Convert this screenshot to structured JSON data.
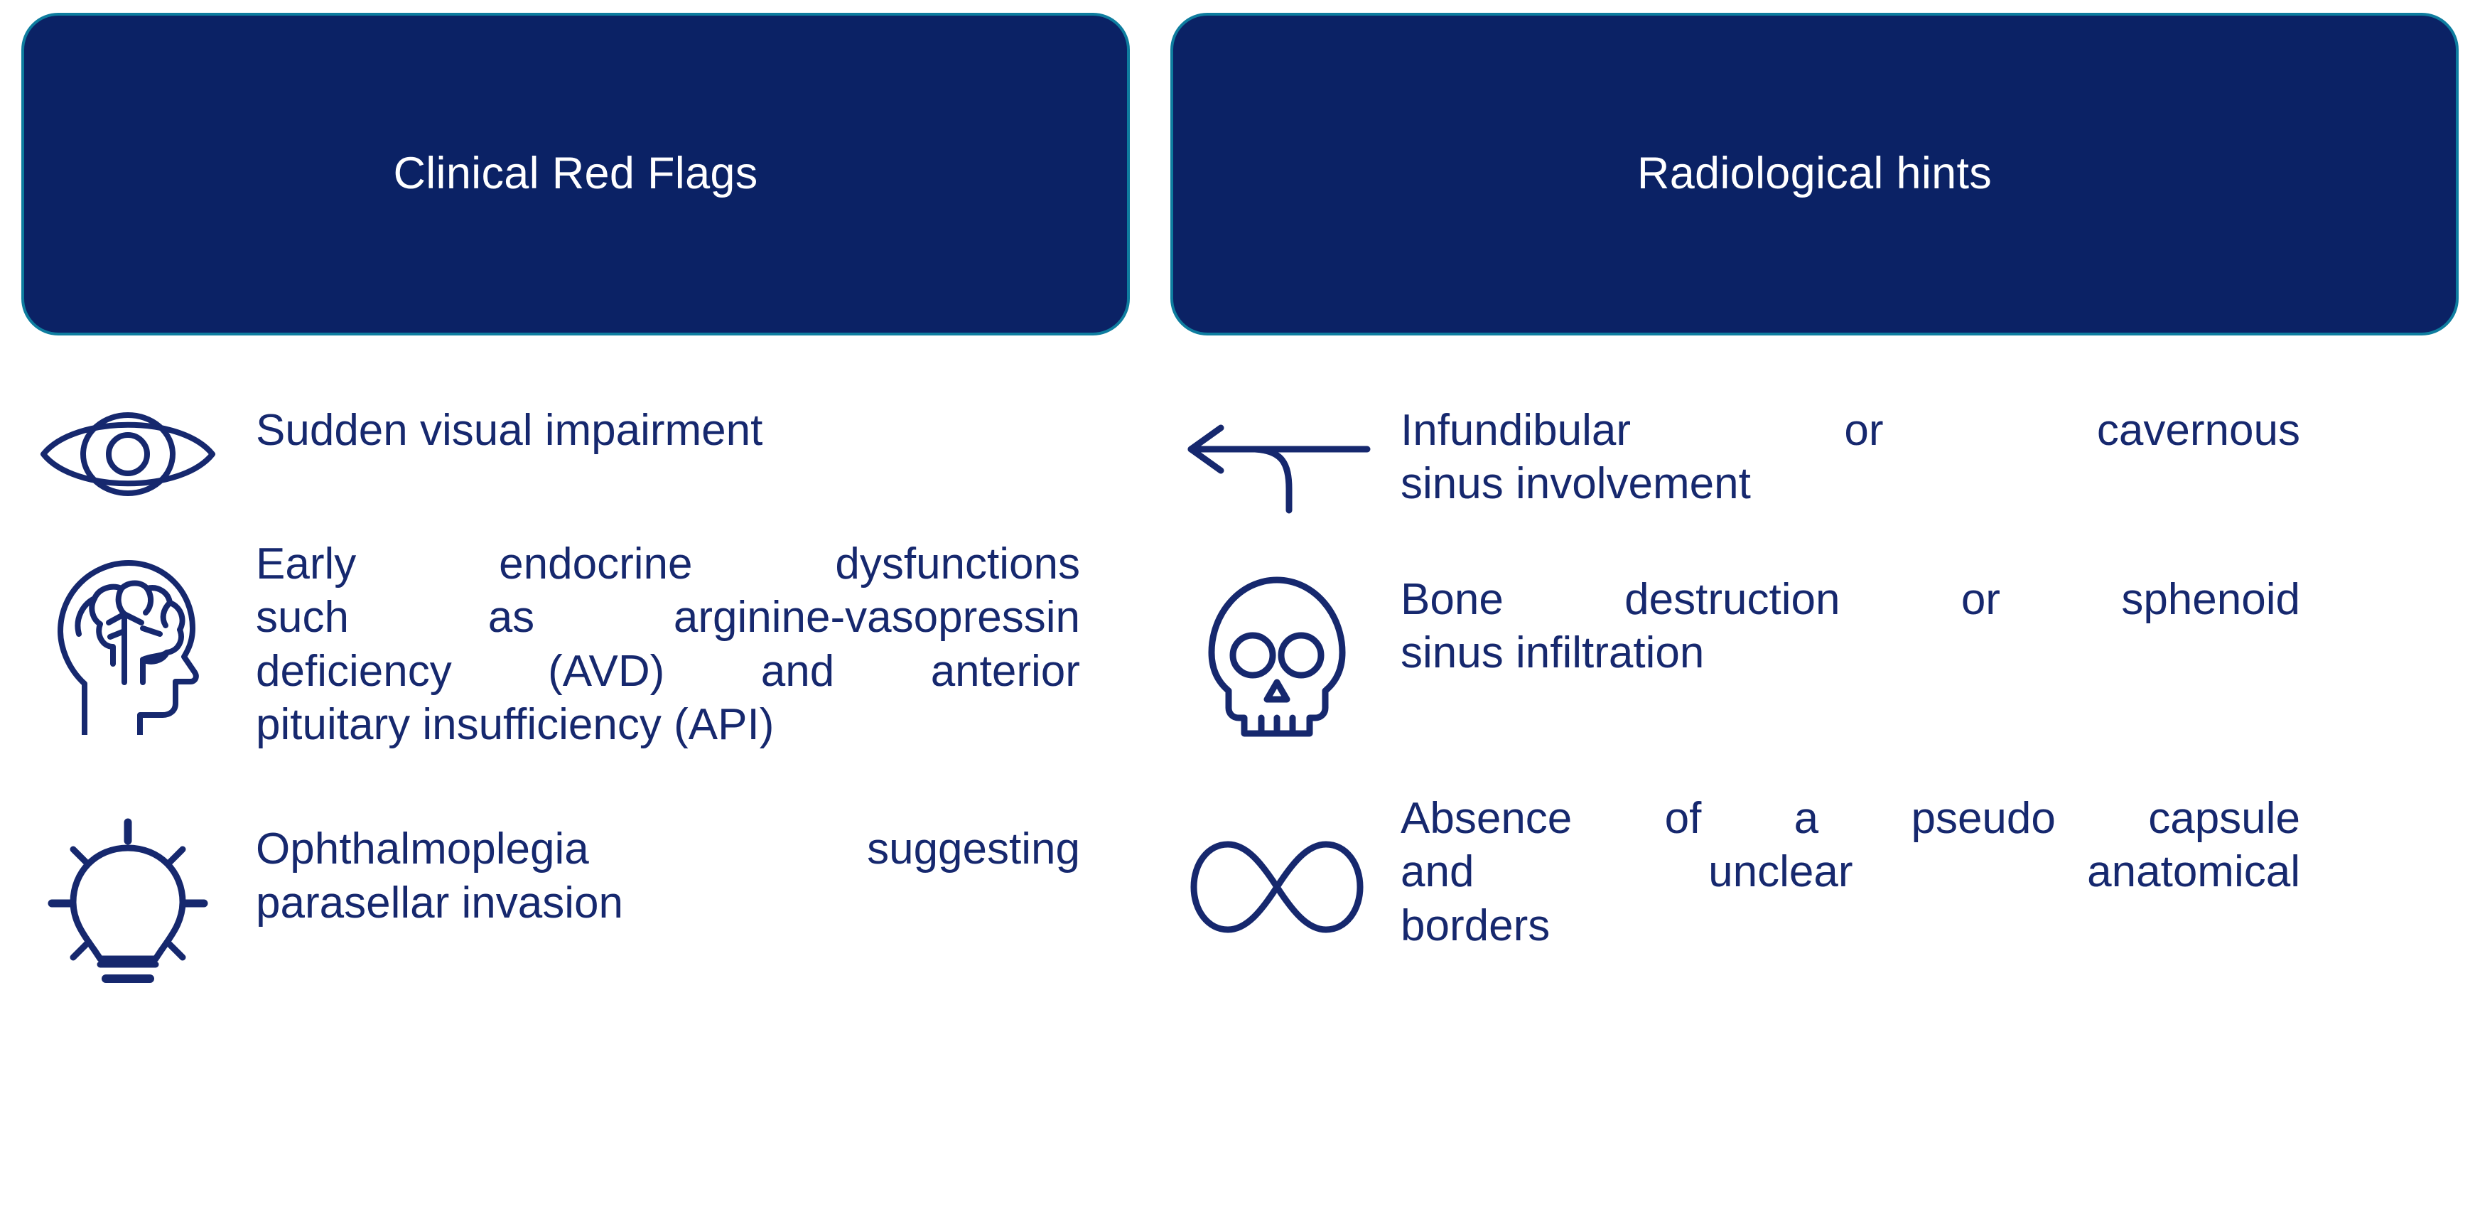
{
  "accent_colors": {
    "header_fill": "#0b2265",
    "header_border": "#0e7d9f",
    "header_text": "#ffffff",
    "body_text": "#16286e",
    "icon_stroke": "#16286e",
    "background": "#ffffff"
  },
  "columns": [
    {
      "id": "clinical-red-flags",
      "header": "Clinical Red Flags",
      "items": [
        {
          "icon": "eye-icon",
          "text": "Sudden visual impairment",
          "lines": [
            "Sudden visual impairment"
          ]
        },
        {
          "icon": "brain-head-icon",
          "text": "Early endocrine dysfunctions such as arginine-vasopressin deficiency (AVD) and anterior pituitary insufficiency (API)",
          "lines": [
            "Early endocrine dysfunctions",
            "such as arginine-vasopressin",
            "deficiency (AVD) and anterior",
            "pituitary insufficiency (API)"
          ]
        },
        {
          "icon": "lightbulb-icon",
          "text": "Ophthalmoplegia suggesting parasellar invasion",
          "lines": [
            "Ophthalmoplegia suggesting",
            "parasellar invasion"
          ]
        }
      ]
    },
    {
      "id": "radiological-hints",
      "header": "Radiological hints",
      "items": [
        {
          "icon": "curved-left-arrow-icon",
          "text": "Infundibular or cavernous sinus involvement",
          "lines": [
            "Infundibular or cavernous",
            "sinus involvement"
          ]
        },
        {
          "icon": "skull-icon",
          "text": "Bone destruction or sphenoid sinus infiltration",
          "lines": [
            "Bone destruction or sphenoid",
            "sinus infiltration"
          ]
        },
        {
          "icon": "infinity-icon",
          "text": "Absence of a pseudo capsule and unclear anatomical borders",
          "lines": [
            "Absence of a pseudo capsule",
            "and unclear anatomical",
            "borders"
          ]
        }
      ]
    }
  ]
}
